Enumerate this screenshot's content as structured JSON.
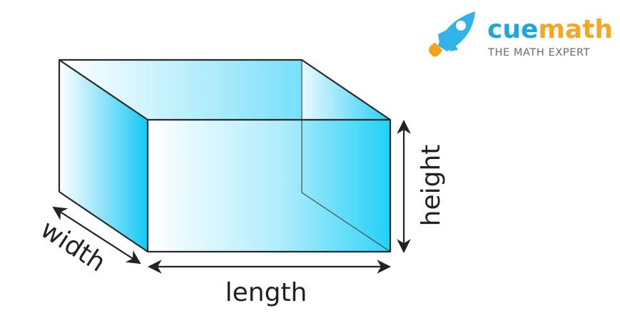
{
  "diagram": {
    "shape": "rectangular-prism",
    "labels": {
      "length": "length",
      "width": "width",
      "height": "height"
    }
  },
  "logo": {
    "brand_part1": "cue",
    "brand_part2": "math",
    "tagline": "THE MATH EXPERT",
    "icon": "rocket-icon",
    "colors": {
      "cue": "#1aa8e0",
      "math": "#f5a623",
      "tagline": "#6b6b6b",
      "rocket_body": "#2fb3e8",
      "rocket_flame": "#f7a21b"
    }
  },
  "colors": {
    "face_fill": "#2ecdf5",
    "edge_stroke": "#2a2a2a",
    "arrow": "#222222"
  }
}
